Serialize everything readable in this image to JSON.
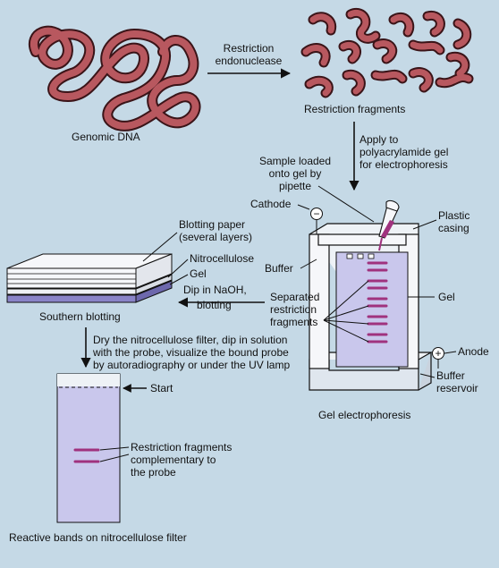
{
  "colors": {
    "background": "#c5d9e6",
    "dna": "#b8585f",
    "dna_outline": "#3a1418",
    "gel": "#c9c7ec",
    "band": "#a0327e",
    "nitrocellulose": "#8a84c8",
    "paper": "#eef0f4",
    "buffer_reservoir": "#dfe6ee"
  },
  "labels": {
    "genomic_dna": "Genomic DNA",
    "restriction_endonuclease_1": "Restriction",
    "restriction_endonuclease_2": "endonuclease",
    "restriction_fragments": "Restriction fragments",
    "apply_gel_1": "Apply to",
    "apply_gel_2": "polyacrylamide gel",
    "apply_gel_3": "for electrophoresis",
    "sample_loaded_1": "Sample loaded",
    "sample_loaded_2": "onto gel by",
    "sample_loaded_3": "pipette",
    "cathode": "Cathode",
    "plastic_casing_1": "Plastic",
    "plastic_casing_2": "casing",
    "blotting_paper_1": "Blotting paper",
    "blotting_paper_2": "(several layers)",
    "nitrocellulose": "Nitrocellulose",
    "gel_small": "Gel",
    "buffer": "Buffer",
    "dip_naoh_1": "Dip in NaOH,",
    "dip_naoh_2": "blotting",
    "separated_1": "Separated",
    "separated_2": "restriction",
    "separated_3": "fragments",
    "gel_right": "Gel",
    "southern_blotting": "Southern blotting",
    "anode": "Anode",
    "dry_1": "Dry the nitrocellulose filter, dip in solution",
    "dry_2": "with the probe, visualize the bound probe",
    "dry_3": "by autoradiography or under the UV lamp",
    "buffer_reservoir_1": "Buffer",
    "buffer_reservoir_2": "reservoir",
    "gel_electrophoresis": "Gel electrophoresis",
    "start": "Start",
    "complementary_1": "Restriction fragments",
    "complementary_2": "complementary to",
    "complementary_3": "the probe",
    "reactive_bands": "Reactive bands on nitrocellulose filter",
    "minus_sign": "−",
    "plus_sign": "+"
  }
}
